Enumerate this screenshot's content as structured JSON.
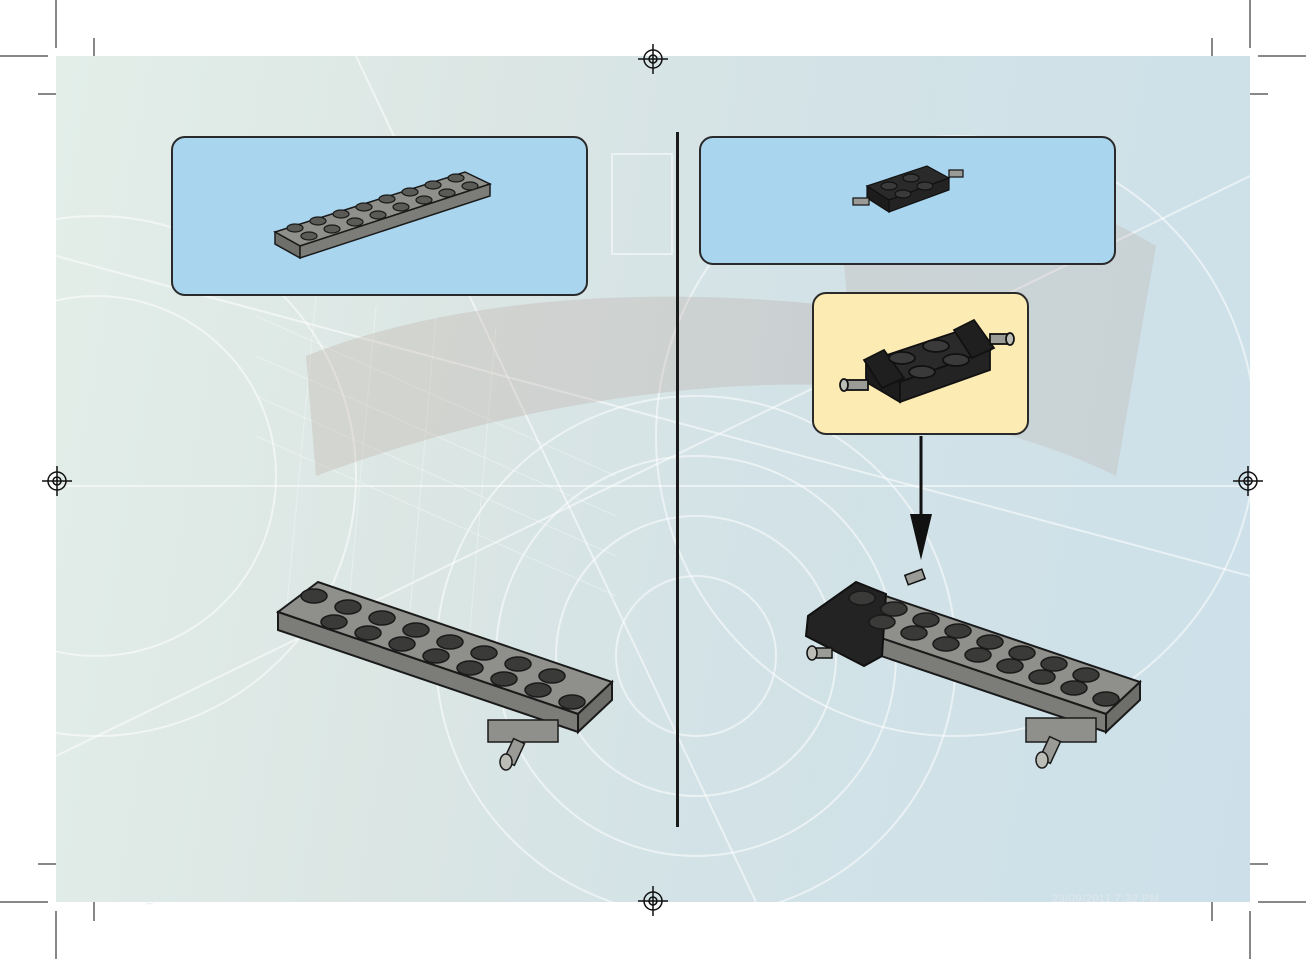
{
  "footer": {
    "left_slug": "9479_BI.indd   2",
    "right_slug": "23/09/2011   7:32 PM"
  },
  "colors": {
    "parts_callout": "#a9d5ef",
    "subassembly_callout": "#fdebb4",
    "brick_gray": "#9a9a96",
    "brick_dark": "#222222"
  },
  "steps": [
    {
      "parts": [
        {
          "name": "plate-2x8",
          "color": "gray"
        }
      ]
    },
    {
      "parts": [
        {
          "name": "wheel-holder-plate",
          "color": "black"
        }
      ]
    }
  ]
}
